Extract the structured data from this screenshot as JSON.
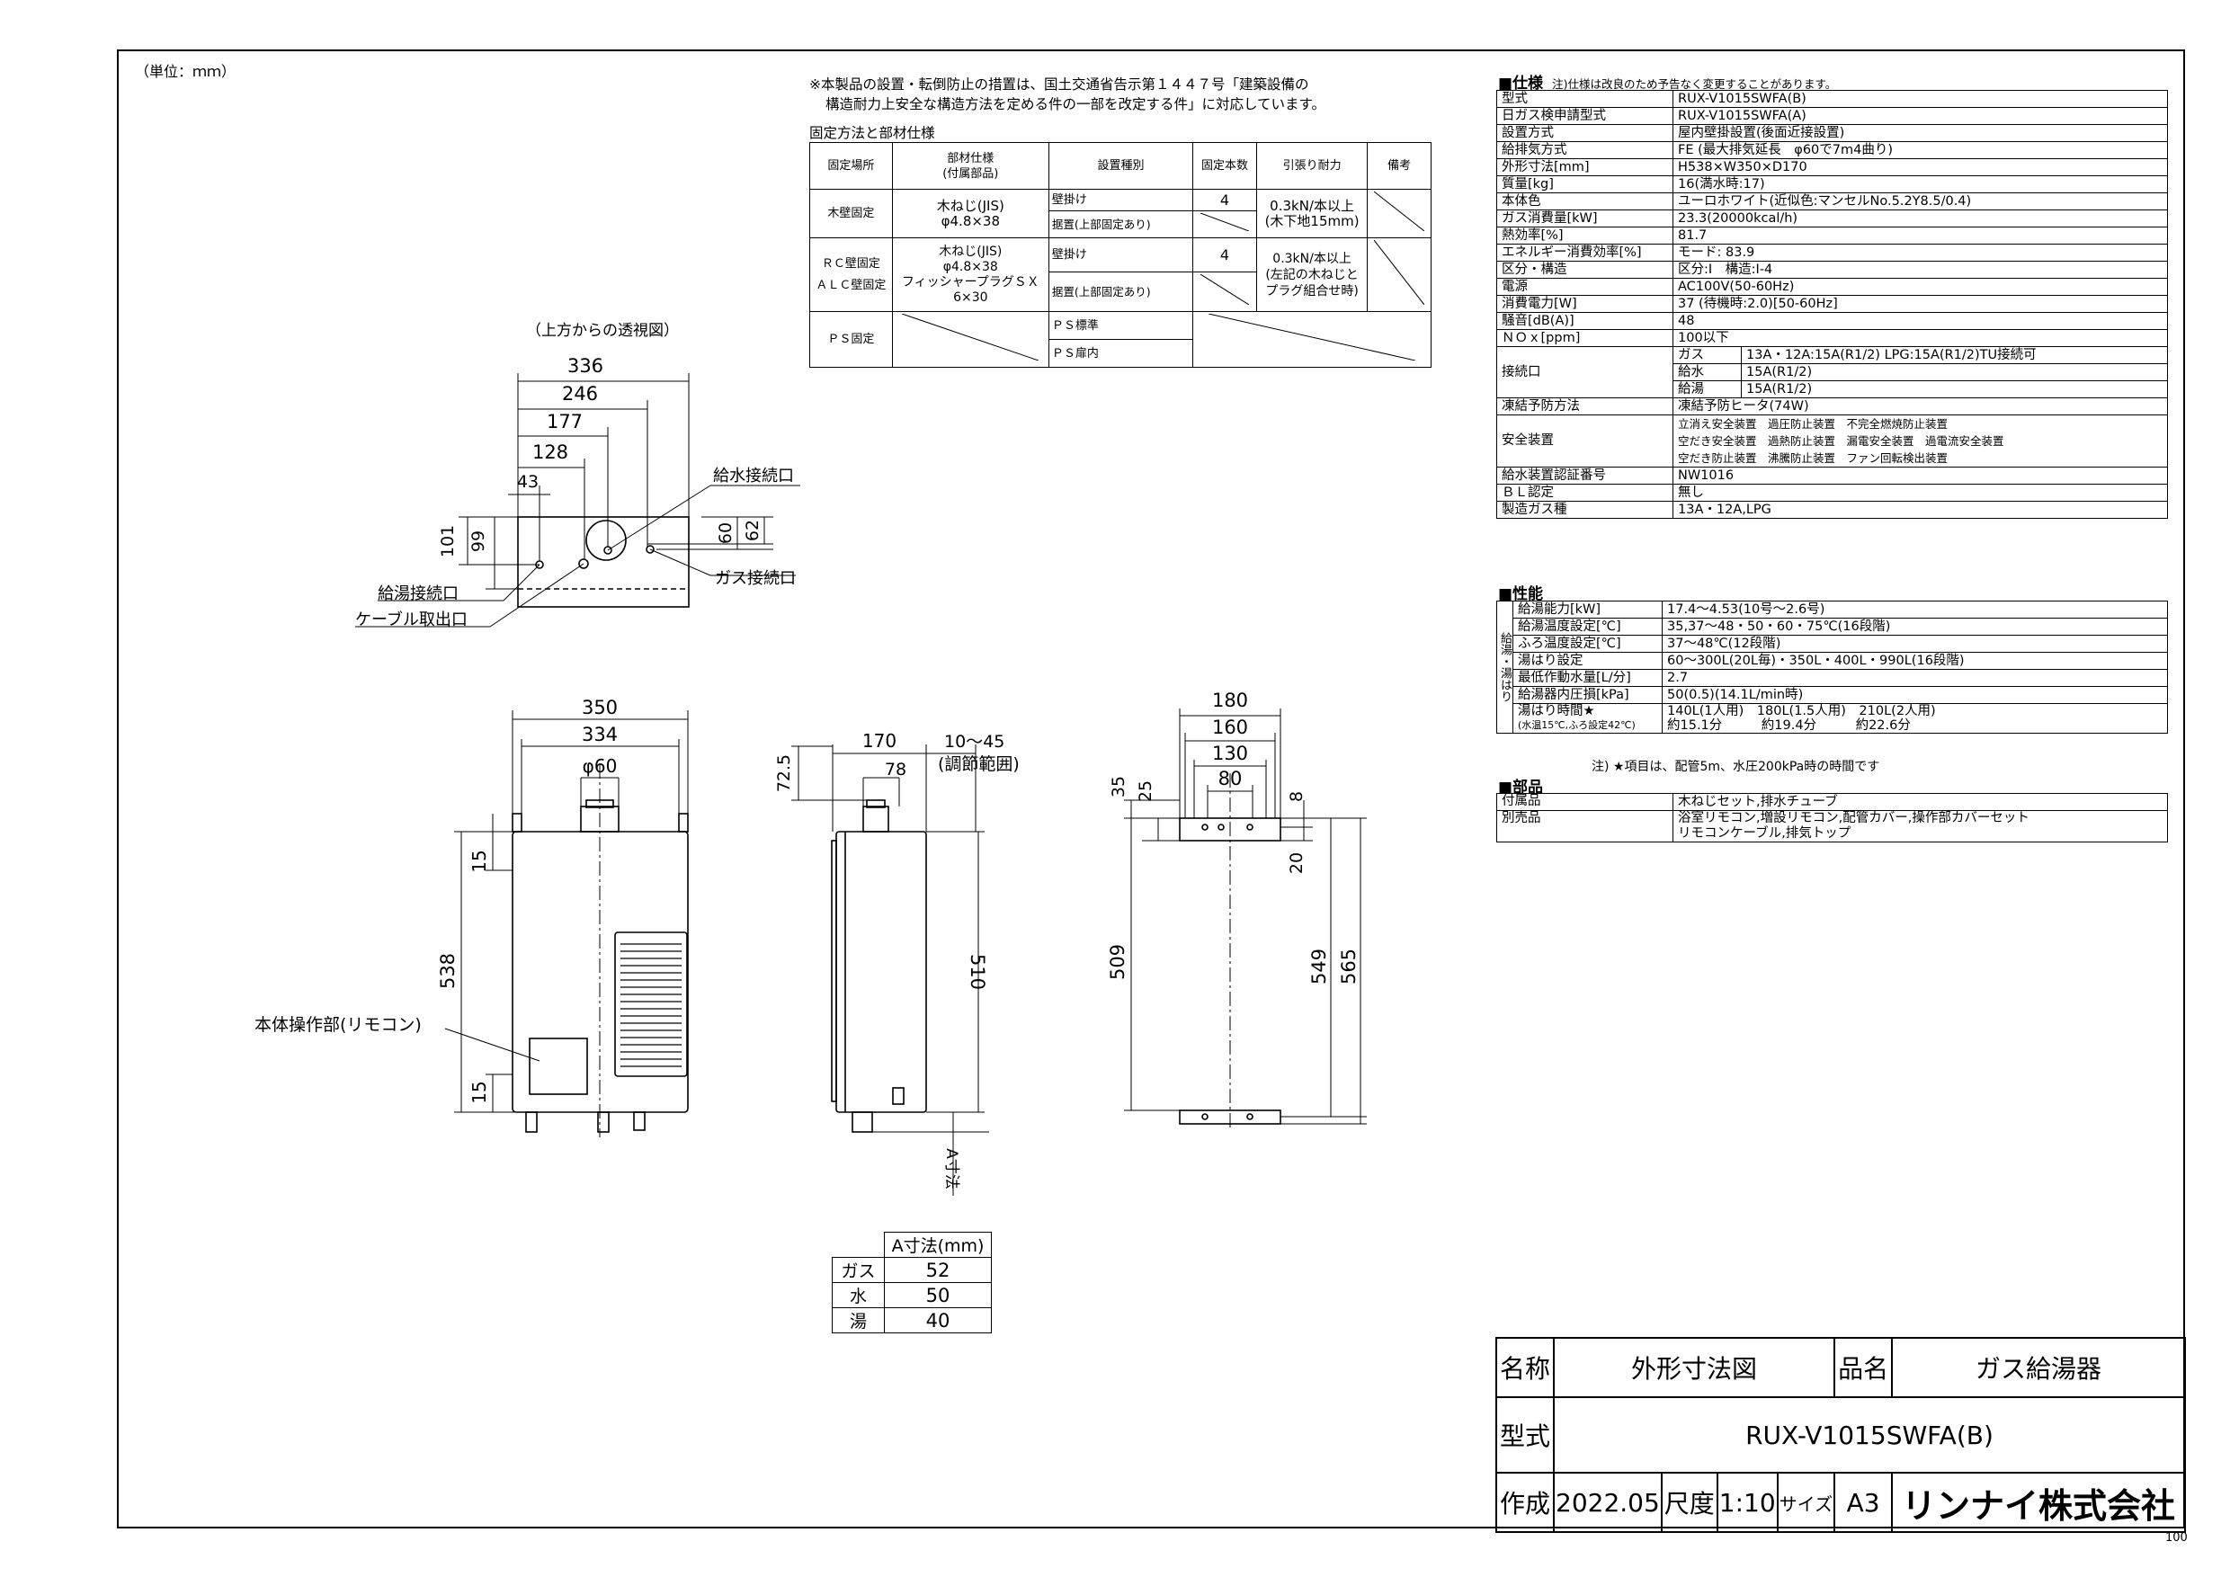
{
  "unit_note": "（単位：ｍｍ）",
  "fixing": {
    "notice_line1": "※本製品の設置・転倒防止の措置は、国土交通省告示第１４４７号「建築設備の",
    "notice_line2": "構造耐力上安全な構造方法を定める件の一部を改定する件」に対応しています。",
    "title": "固定方法と部材仕様",
    "headers": [
      "固定場所",
      "部材仕様\n(付属部品)",
      "設置種別",
      "固定本数",
      "引張り耐力",
      "備考"
    ],
    "row1": {
      "place": "木壁固定",
      "material": "木ねじ(JIS)\nφ4.8×38",
      "type_a": "壁掛け",
      "type_b": "据置(上部固定あり)",
      "count": "4",
      "strength": "0.3kN/本以上\n(木下地15mm)"
    },
    "row2": {
      "place": "ＲＣ壁固定\nＡＬＣ壁固定",
      "material": "木ねじ(JIS)\nφ4.8×38\nフィッシャープラグＳＸ\n6×30",
      "type_a": "壁掛け",
      "type_b": "据置(上部固定あり)",
      "count": "4",
      "strength": "0.3kN/本以上\n(左記の木ねじと\nプラグ組合せ時)"
    },
    "row3": {
      "place": "ＰＳ固定",
      "type_a": "ＰＳ標準",
      "type_b": "ＰＳ扉内"
    }
  },
  "top_view": {
    "caption": "（上方からの透視図）",
    "dims": [
      "336",
      "246",
      "177",
      "128",
      "43",
      "101",
      "99",
      "60",
      "62"
    ],
    "labels": {
      "water_in": "給水接続口",
      "hot_out": "給湯接続口",
      "gas": "ガス接続口",
      "cable": "ケーブル取出口"
    }
  },
  "front_view": {
    "dims": [
      "350",
      "334",
      "φ60",
      "15",
      "538",
      "15"
    ],
    "remote_label": "本体操作部(リモコン)"
  },
  "side_view": {
    "dims": [
      "170",
      "10〜45",
      "(調節範囲)",
      "72.5",
      "78",
      "510",
      "A寸法"
    ]
  },
  "bracket_view": {
    "dims": [
      "180",
      "160",
      "130",
      "80",
      "35",
      "25",
      "8",
      "20",
      "509",
      "549",
      "565"
    ]
  },
  "a_table": {
    "header": "A寸法(mm)",
    "rows": [
      [
        "ガス",
        "52"
      ],
      [
        "水",
        "50"
      ],
      [
        "湯",
        "40"
      ]
    ]
  },
  "spec": {
    "title": "■仕様",
    "note": "注)仕様は改良のため予告なく変更することがあります。",
    "rows": [
      [
        "型式",
        "RUX-V1015SWFA(B)"
      ],
      [
        "日ガス検申請型式",
        "RUX-V1015SWFA(A)"
      ],
      [
        "設置方式",
        "屋内壁掛設置(後面近接設置)"
      ],
      [
        "給排気方式",
        "FE (最大排気延長　φ60で7m4曲り)"
      ],
      [
        "外形寸法[mm]",
        "H538×W350×D170"
      ],
      [
        "質量[kg]",
        "16(満水時:17)"
      ],
      [
        "本体色",
        "ユーロホワイト(近似色:マンセルNo.5.2Y8.5/0.4)"
      ],
      [
        "ガス消費量[kW]",
        "23.3(20000kcal/h)"
      ],
      [
        "熱効率[%]",
        "81.7"
      ],
      [
        "エネルギー消費効率[%]",
        "モード: 83.9"
      ],
      [
        "区分・構造",
        "区分:Ⅰ　構造:Ⅰ-4"
      ],
      [
        "電源",
        "AC100V(50-60Hz)"
      ],
      [
        "消費電力[W]",
        "37 (待機時:2.0)[50-60Hz]"
      ],
      [
        "騒音[dB(A)]",
        "48"
      ],
      [
        "ＮＯｘ[ppm]",
        "100以下"
      ]
    ],
    "conn_label": "接続口",
    "conn": [
      [
        "ガス",
        "13A・12A:15A(R1/2) LPG:15A(R1/2)TU接続可"
      ],
      [
        "給水",
        "15A(R1/2)"
      ],
      [
        "給湯",
        "15A(R1/2)"
      ]
    ],
    "freeze": [
      "凍結予防方法",
      "凍結予防ヒータ(74W)"
    ],
    "safety_label": "安全装置",
    "safety": [
      "立消え安全装置　過圧防止装置　不完全燃焼防止装置",
      "空だき安全装置　過熱防止装置　漏電安全装置　過電流安全装置",
      "空だき防止装置　沸騰防止装置　ファン回転検出装置"
    ],
    "rows2": [
      [
        "給水装置認証番号",
        "NW1016"
      ],
      [
        "ＢＬ認定",
        "無し"
      ],
      [
        "製造ガス種",
        "13A・12A,LPG"
      ]
    ]
  },
  "performance": {
    "title": "■性能",
    "side_label": "給湯・湯はり",
    "rows": [
      [
        "給湯能力[kW]",
        "17.4〜4.53(10号〜2.6号)"
      ],
      [
        "給湯温度設定[℃]",
        "35,37〜48・50・60・75℃(16段階)"
      ],
      [
        "ふろ温度設定[℃]",
        "37〜48℃(12段階)"
      ],
      [
        "湯はり設定",
        "60〜300L(20L毎)・350L・400L・990L(16段階)"
      ],
      [
        "最低作動水量[L/分]",
        "2.7"
      ],
      [
        "給湯器内圧損[kPa]",
        "50(0.5)(14.1L/min時)"
      ]
    ],
    "fill_label": "湯はり時間★",
    "fill_sub": "(水温15℃,ふろ設定42℃)",
    "fill_values": [
      "140L(1人用)　180L(1.5人用)　210L(2人用)",
      "約15.1分　　　約19.4分　　　約22.6分"
    ],
    "footnote": "注) ★項目は、配管5m、水圧200kPa時の時間です"
  },
  "parts": {
    "title": "■部品",
    "rows": [
      [
        "付属品",
        "木ねじセット,排水チューブ"
      ],
      [
        "別売品",
        "浴室リモコン,増設リモコン,配管カバー,操作部カバーセット\nリモコンケーブル,排気トップ"
      ]
    ]
  },
  "title_block": {
    "name_label": "名称",
    "name_value": "外形寸法図",
    "product_label": "品名",
    "product_value": "ガス給湯器",
    "model_label": "型式",
    "model_value": "RUX-V1015SWFA(B)",
    "made_label": "作成",
    "made_value": "2022.05",
    "scale_label": "尺度",
    "scale_value": "1:10",
    "size_label": "サイズ",
    "size_value": "A3",
    "company": "リンナイ株式会社"
  },
  "page_number": "100"
}
